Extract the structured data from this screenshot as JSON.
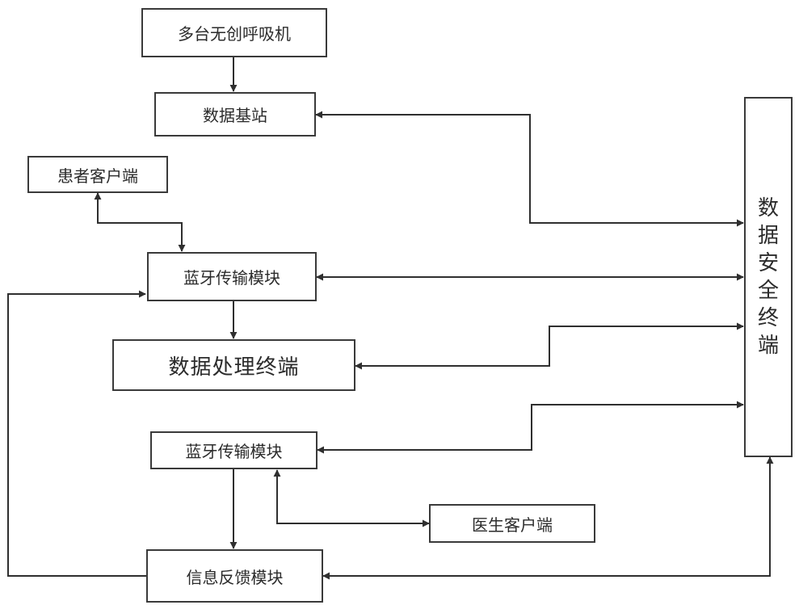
{
  "nodes": {
    "ventilators": "多台无创呼吸机",
    "data_base_station": "数据基站",
    "patient_client": "患者客户端",
    "bluetooth_module_1": "蓝牙传输模块",
    "data_processing_terminal": "数据处理终端",
    "bluetooth_module_2": "蓝牙传输模块",
    "doctor_client": "医生客户端",
    "info_feedback_module": "信息反馈模块",
    "data_security_terminal": [
      "数",
      "据",
      "安",
      "全",
      "终",
      "端"
    ]
  },
  "colors": {
    "line": "#2f2f2f",
    "border": "#3a3a3a",
    "text": "#2b2b2b"
  }
}
